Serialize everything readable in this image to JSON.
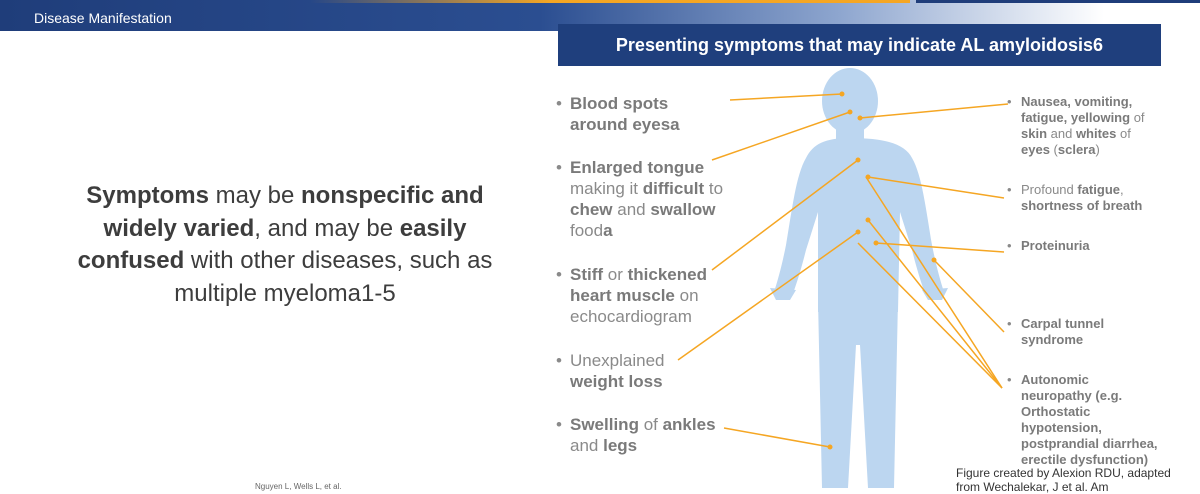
{
  "header": {
    "section": "Disease Manifestation",
    "diagram_title": "Presenting symptoms that may indicate AL amyloidosis6"
  },
  "summary": {
    "p1": "Symptoms",
    "p2": " may be ",
    "p3": "nonspecific and widely varied",
    "p4": ", and may be ",
    "p5": "easily confused",
    "p6": " with other diseases, such as multiple myeloma1-5"
  },
  "left_symptoms": [
    {
      "segments": [
        {
          "t": "Blood spots around eyes",
          "b": true
        },
        {
          "t": "a",
          "b": true
        }
      ]
    },
    {
      "segments": [
        {
          "t": "Enlarged tongue",
          "b": true
        },
        {
          "t": " making it ",
          "b": false
        },
        {
          "t": "difficult",
          "b": true
        },
        {
          "t": " to ",
          "b": false
        },
        {
          "t": "chew",
          "b": true
        },
        {
          "t": " and ",
          "b": false
        },
        {
          "t": "swallow",
          "b": true
        },
        {
          "t": " food",
          "b": false
        },
        {
          "t": "a",
          "b": true
        }
      ]
    },
    {
      "segments": [
        {
          "t": "Stiff",
          "b": true
        },
        {
          "t": " or ",
          "b": false
        },
        {
          "t": "thickened heart muscle",
          "b": true
        },
        {
          "t": " on echocardiogram",
          "b": false
        }
      ]
    },
    {
      "segments": [
        {
          "t": "Unexplained ",
          "b": false
        },
        {
          "t": "weight loss",
          "b": true
        }
      ]
    },
    {
      "segments": [
        {
          "t": "Swelling",
          "b": true
        },
        {
          "t": " of ",
          "b": false
        },
        {
          "t": "ankles",
          "b": true
        },
        {
          "t": " and ",
          "b": false
        },
        {
          "t": "legs",
          "b": true
        }
      ]
    }
  ],
  "right_symptoms": [
    {
      "segments": [
        {
          "t": "Nausea, vomiting, fatigue, yellowing",
          "b": true
        },
        {
          "t": " of ",
          "b": false
        },
        {
          "t": "skin",
          "b": true
        },
        {
          "t": " and ",
          "b": false
        },
        {
          "t": "whites",
          "b": true
        },
        {
          "t": " of ",
          "b": false
        },
        {
          "t": "eyes",
          "b": true
        },
        {
          "t": " (",
          "b": false
        },
        {
          "t": "sclera",
          "b": true
        },
        {
          "t": ")",
          "b": false
        }
      ]
    },
    {
      "segments": [
        {
          "t": "Profound ",
          "b": false
        },
        {
          "t": "fatigue",
          "b": true
        },
        {
          "t": ", ",
          "b": false
        },
        {
          "t": "shortness of breath",
          "b": true
        }
      ]
    },
    {
      "segments": [
        {
          "t": "Proteinuria",
          "b": true
        }
      ]
    },
    {
      "segments": [
        {
          "t": "Carpal tunnel syndrome",
          "b": true
        }
      ]
    },
    {
      "segments": [
        {
          "t": "Autonomic neuropathy (e.g. Orthostatic hypotension, postprandial diarrhea, erectile dysfunction)",
          "b": true
        }
      ]
    }
  ],
  "bullet_char": "•",
  "figure_credit": "Figure created by Alexion RDU, adapted from Wechalekar, J et al. Am",
  "footnote": "Nguyen L, Wells L, et al.",
  "colors": {
    "navy": "#1f3f7d",
    "orange": "#f5a623",
    "body": "#bcd6f0",
    "text": "#8a8a8a"
  }
}
